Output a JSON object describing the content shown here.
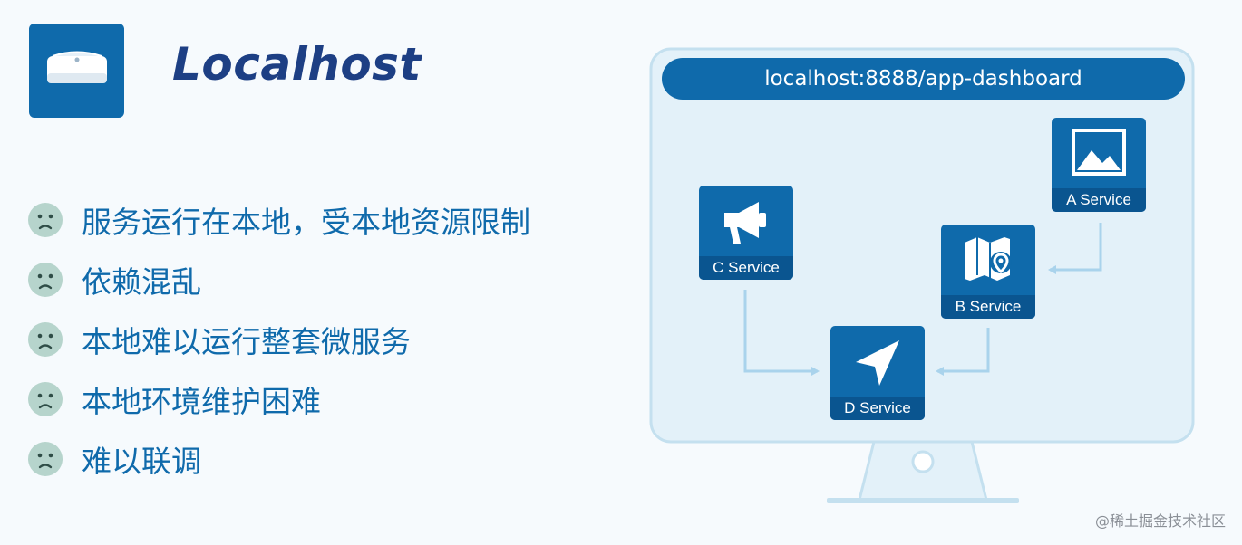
{
  "header": {
    "title": "Localhost",
    "logo_icon": "server-box-icon"
  },
  "points": [
    {
      "text": "服务运行在本地，受本地资源限制",
      "icon": "sad-face-icon"
    },
    {
      "text": "依赖混乱",
      "icon": "sad-face-icon"
    },
    {
      "text": "本地难以运行整套微服务",
      "icon": "sad-face-icon"
    },
    {
      "text": "本地环境维护困难",
      "icon": "sad-face-icon"
    },
    {
      "text": "难以联调",
      "icon": "sad-face-icon"
    }
  ],
  "monitor": {
    "url": "localhost:8888/app-dashboard",
    "services": {
      "a": {
        "label": "A Service",
        "icon": "image-icon"
      },
      "b": {
        "label": "B Service",
        "icon": "map-pin-icon"
      },
      "c": {
        "label": "C Service",
        "icon": "megaphone-icon"
      },
      "d": {
        "label": "D Service",
        "icon": "send-icon"
      }
    },
    "arrows": [
      {
        "from": "A Service",
        "to": "B Service"
      },
      {
        "from": "B Service",
        "to": "D Service"
      },
      {
        "from": "C Service",
        "to": "D Service"
      }
    ]
  },
  "colors": {
    "primary": "#0f6aab",
    "title": "#1d3f84",
    "face": "#b6d4cc",
    "arrow": "#a9d3ec"
  },
  "watermark": "@稀土掘金技术社区"
}
